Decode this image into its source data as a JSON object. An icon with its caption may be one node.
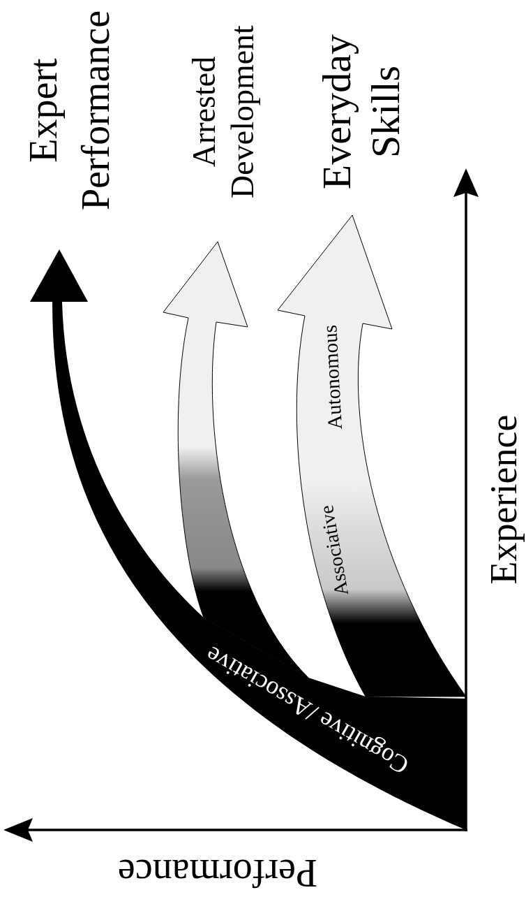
{
  "diagram": {
    "labels": [
      "Expert Performance",
      "Arrested Development",
      "Everyday Skills",
      "Autonomous",
      "Associative",
      "Cognitive /Associative",
      "Experience",
      "Performance"
    ]
  }
}
